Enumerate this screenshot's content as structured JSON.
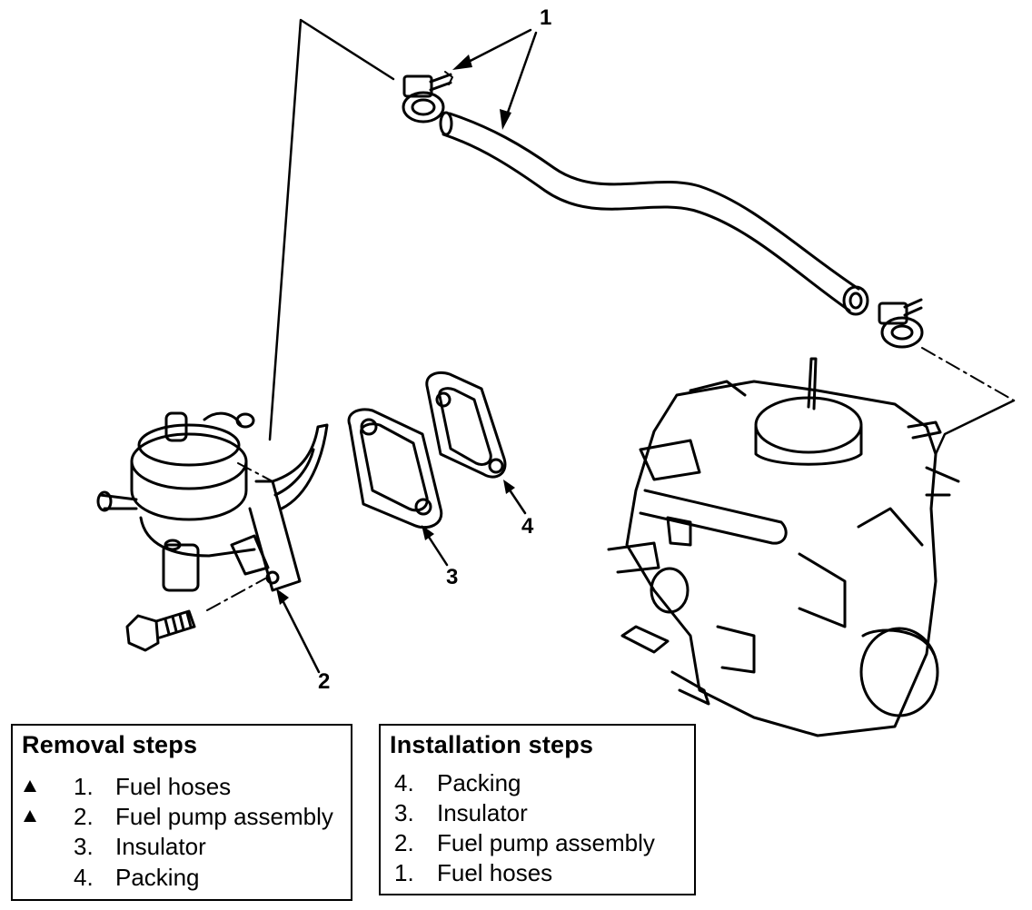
{
  "callouts": {
    "c1": "1",
    "c2": "2",
    "c3": "3",
    "c4": "4"
  },
  "removal": {
    "title": "Removal steps",
    "steps": [
      {
        "marker": true,
        "num": "1.",
        "text": "Fuel hoses"
      },
      {
        "marker": true,
        "num": "2.",
        "text": "Fuel pump assembly"
      },
      {
        "marker": false,
        "num": "3.",
        "text": "Insulator"
      },
      {
        "marker": false,
        "num": "4.",
        "text": "Packing"
      }
    ]
  },
  "installation": {
    "title": "Installation steps",
    "steps": [
      {
        "num": "4.",
        "text": "Packing"
      },
      {
        "num": "3.",
        "text": "Insulator"
      },
      {
        "num": "2.",
        "text": "Fuel pump assembly"
      },
      {
        "num": "1.",
        "text": "Fuel hoses"
      }
    ]
  }
}
